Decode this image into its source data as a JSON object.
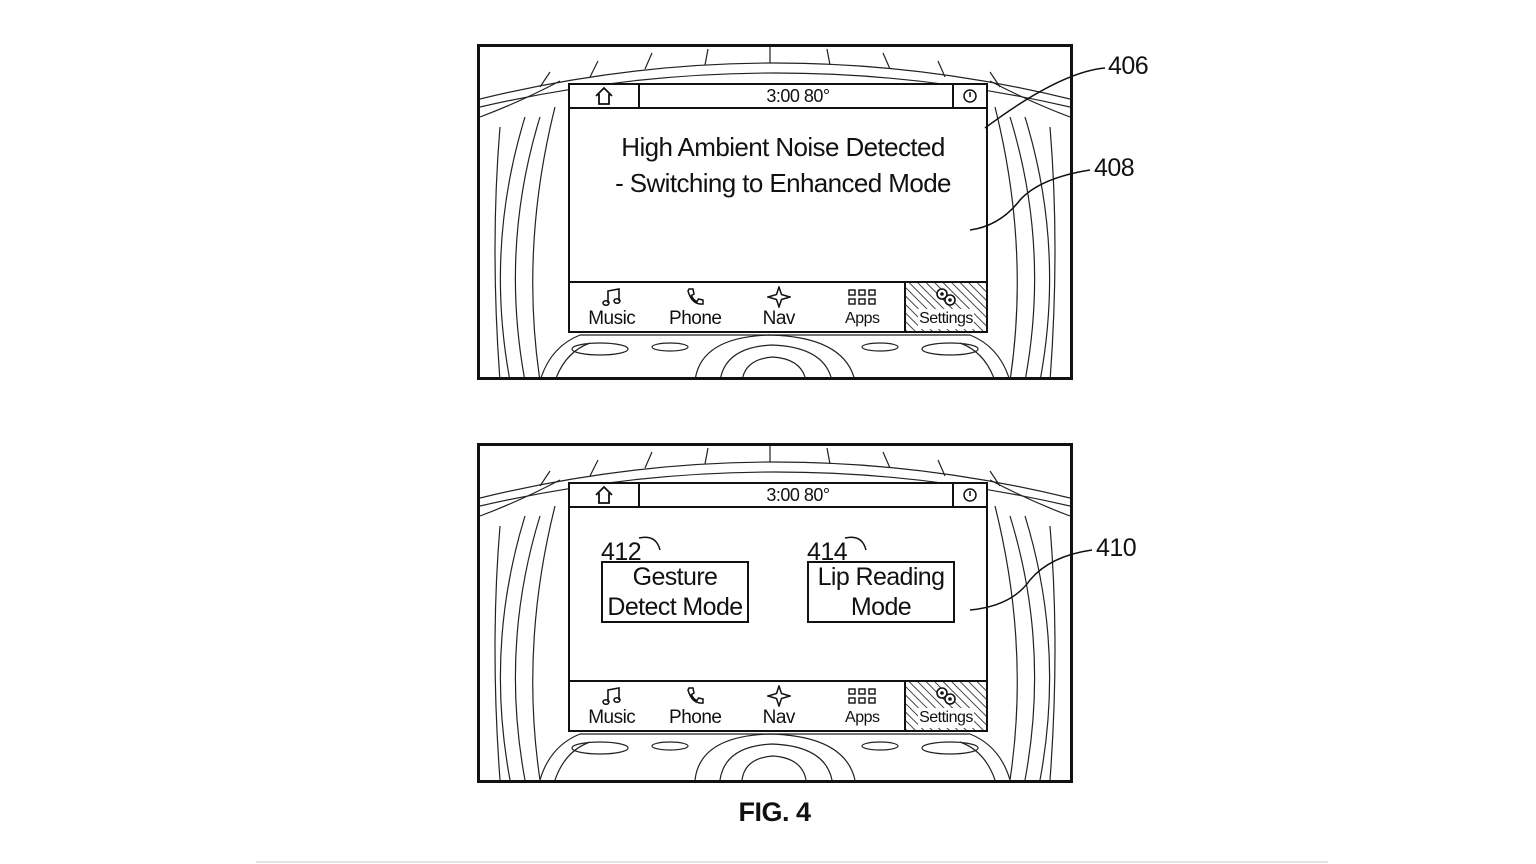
{
  "figure": {
    "label": "FIG. 4"
  },
  "refs": {
    "top_screen_frame": "406",
    "top_message_area": "408",
    "bottom_screen": "410",
    "gesture_box": "412",
    "lip_box": "414"
  },
  "top_screen": {
    "status": {
      "time_temp": "3:00 80°",
      "home_icon": "home-icon",
      "power_icon": "power-icon"
    },
    "message_lines": [
      "High Ambient Noise Detected",
      "- Switching to Enhanced Mode"
    ],
    "nav": [
      {
        "label": "Music",
        "icon": "music-note-icon"
      },
      {
        "label": "Phone",
        "icon": "phone-icon"
      },
      {
        "label": "Nav",
        "icon": "star-compass-icon"
      },
      {
        "label": "Apps",
        "icon": "grid-icon"
      },
      {
        "label": "Settings",
        "icon": "gears-icon",
        "active": true
      }
    ]
  },
  "bottom_screen": {
    "status": {
      "time_temp": "3:00 80°",
      "home_icon": "home-icon",
      "power_icon": "power-icon"
    },
    "gesture_mode": {
      "line1": "Gesture",
      "line2": "Detect Mode"
    },
    "lip_mode": {
      "line1": "Lip Reading",
      "line2": "Mode"
    },
    "nav": [
      {
        "label": "Music",
        "icon": "music-note-icon"
      },
      {
        "label": "Phone",
        "icon": "phone-icon"
      },
      {
        "label": "Nav",
        "icon": "star-compass-icon"
      },
      {
        "label": "Apps",
        "icon": "grid-icon"
      },
      {
        "label": "Settings",
        "icon": "gears-icon",
        "active": true
      }
    ]
  },
  "colors": {
    "line": "#111111",
    "background": "#ffffff",
    "hatch": "#555555"
  }
}
